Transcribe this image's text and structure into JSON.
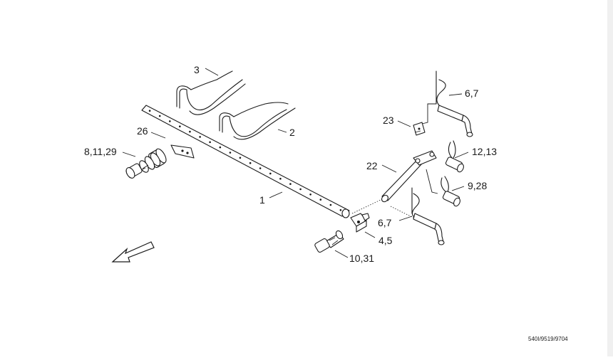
{
  "diagram": {
    "callouts": [
      {
        "id": "c3",
        "text": "3"
      },
      {
        "id": "c6a",
        "text": "6,7"
      },
      {
        "id": "c23",
        "text": "23"
      },
      {
        "id": "c26",
        "text": "26"
      },
      {
        "id": "c2",
        "text": "2"
      },
      {
        "id": "c8",
        "text": "8,11,29"
      },
      {
        "id": "c12",
        "text": "12,13"
      },
      {
        "id": "c22",
        "text": "22"
      },
      {
        "id": "c9",
        "text": "9,28"
      },
      {
        "id": "c1",
        "text": "1"
      },
      {
        "id": "c6b",
        "text": "6,7"
      },
      {
        "id": "c4",
        "text": "4,5"
      },
      {
        "id": "c10",
        "text": "10,31"
      }
    ],
    "drawing_reference": "540I/9519/9704"
  }
}
